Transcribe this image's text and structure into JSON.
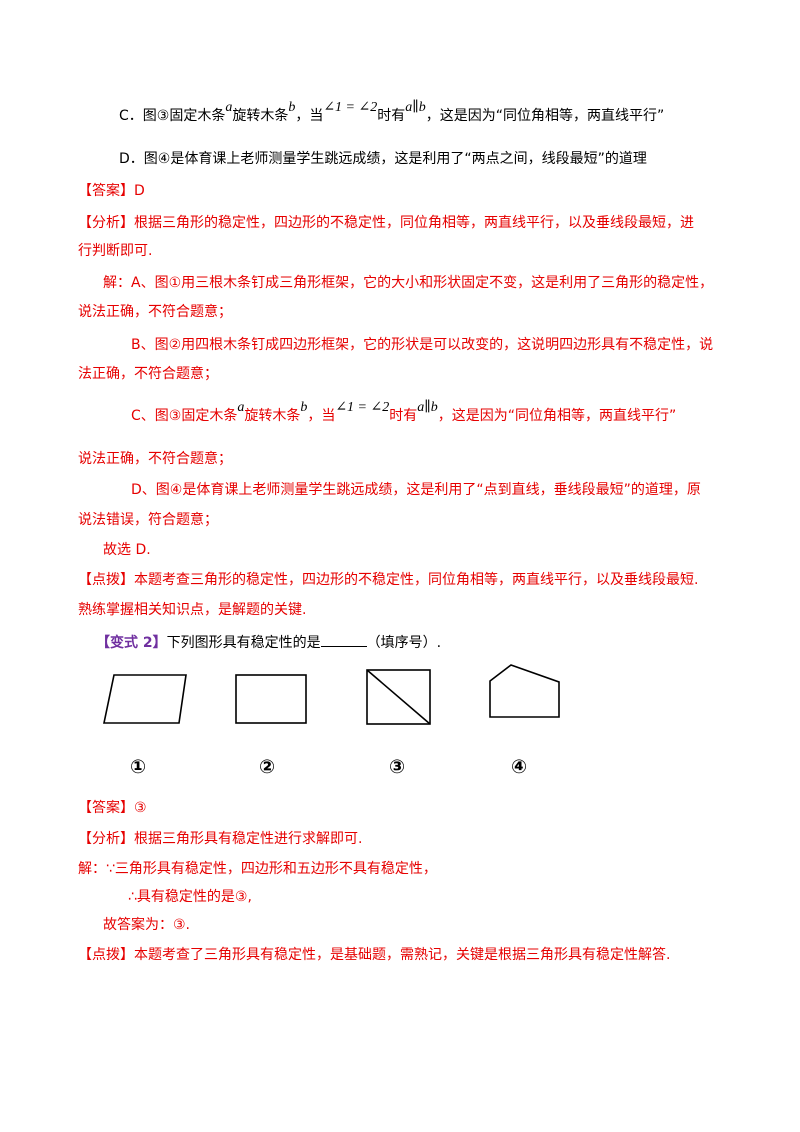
{
  "lines": {
    "c_opt": {
      "part1": "C．图③固定木条",
      "a": "a",
      "part2": "旋转木条",
      "b": "b",
      "part3": "，当",
      "angle": "∠1 = ∠2",
      "part4": "时有",
      "parallel": "a∥b",
      "part5": "，这是因为“同位角相等，两直线平行”"
    },
    "d_opt": "D．图④是体育课上老师测量学生跳远成绩，这是利用了“两点之间，线段最短”的道理",
    "answer1": "【答案】D",
    "analysis1_a": "【分析】根据三角形的稳定性，四边形的不稳定性，同位角相等，两直线平行，以及垂线段最短，进",
    "analysis1_b": "行判断即可.",
    "sol_a1": "解：A、图①用三根木条钉成三角形框架，它的大小和形状固定不变，这是利用了三角形的稳定性，",
    "sol_a2": "说法正确，不符合题意；",
    "sol_b1": "B、图②用四根木条钉成四边形框架，它的形状是可以改变的，这说明四边形具有不稳定性，说",
    "sol_b2": "法正确，不符合题意；",
    "sol_c": {
      "part1": "C、图③固定木条",
      "a": "a",
      "part2": "旋转木条",
      "b": "b",
      "part3": "，当",
      "angle": "∠1 = ∠2",
      "part4": "时有",
      "parallel": "a∥b",
      "part5": "，这是因为“同位角相等，两直线平行”"
    },
    "sol_c2": "说法正确，不符合题意；",
    "sol_d1": "D、图④是体育课上老师测量学生跳远成绩，这是利用了“点到直线，垂线段最短”的道理，原",
    "sol_d2": "说法错误，符合题意；",
    "choose": "故选 D.",
    "tip1_a": "【点拨】本题考查三角形的稳定性，四边形的不稳定性，同位角相等，两直线平行，以及垂线段最短.",
    "tip1_b": "熟练掌握相关知识点，是解题的关键.",
    "variant_label": "【变式 2】",
    "variant_q1": "下列图形具有稳定性的是",
    "variant_q2": "（填序号）.",
    "answer2": "【答案】③",
    "analysis2": "【分析】根据三角形具有稳定性进行求解即可.",
    "sol2_1": "解：∵三角形具有稳定性，四边形和五边形不具有稳定性，",
    "sol2_2": "∴具有稳定性的是③,",
    "sol2_3": "故答案为：③.",
    "tip2": "【点拨】本题考查了三角形具有稳定性，是基础题，需熟记，关键是根据三角形具有稳定性解答."
  },
  "figure_labels": [
    "①",
    "②",
    "③",
    "④"
  ]
}
